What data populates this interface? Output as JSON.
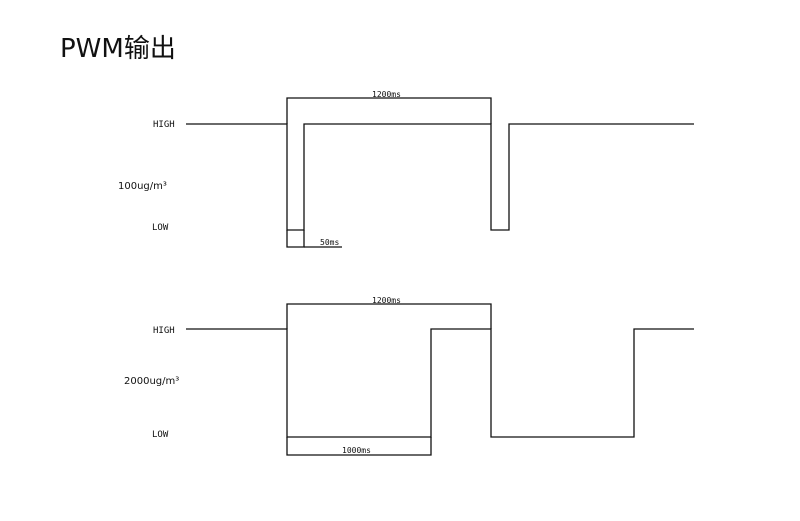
{
  "title": "PWM输出",
  "diagrams": [
    {
      "high_label": "HIGH",
      "low_label": "LOW",
      "concentration_label": "100ug/m³",
      "top_span_label": "1200ms",
      "low_span_label": "50ms"
    },
    {
      "high_label": "HIGH",
      "low_label": "LOW",
      "concentration_label": "2000ug/m³",
      "top_span_label": "1200ms",
      "low_span_label": "1000ms"
    }
  ]
}
